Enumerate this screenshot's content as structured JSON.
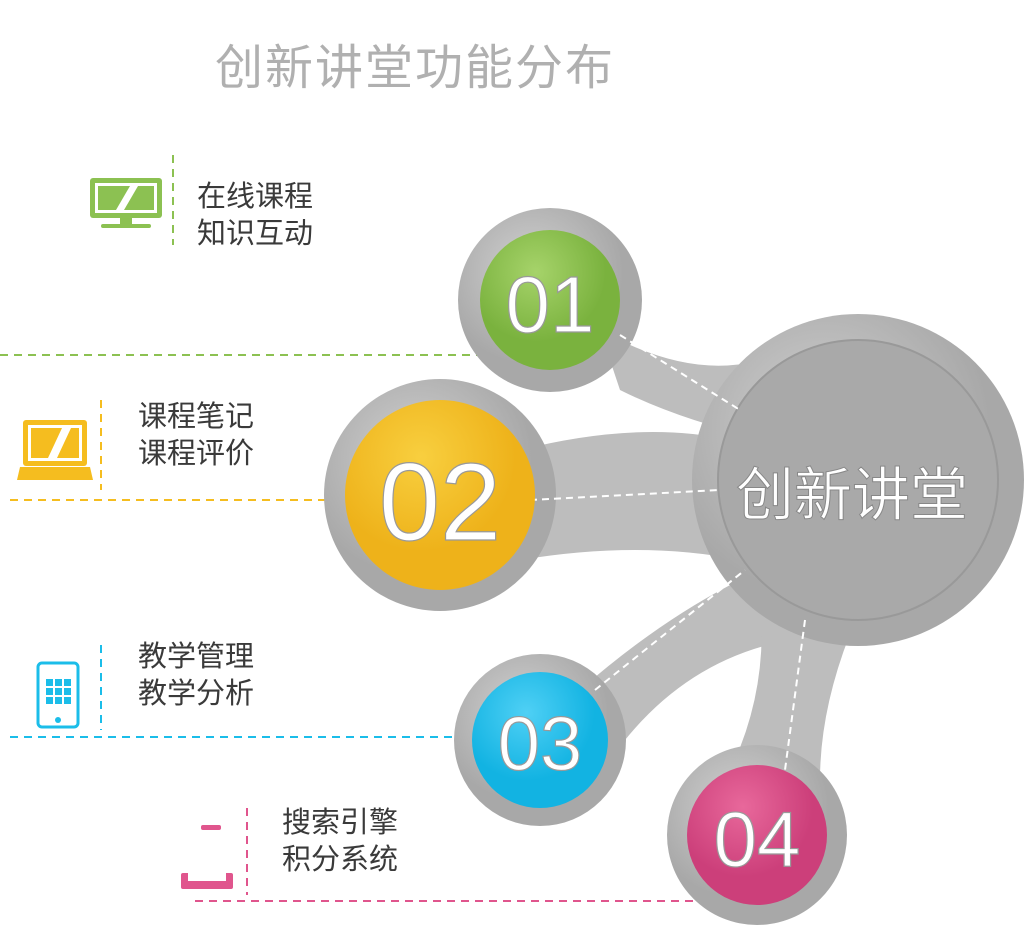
{
  "title": "创新讲堂功能分布",
  "center_label": "创新讲堂",
  "colors": {
    "green": "#8cc152",
    "yellow": "#f5bd1f",
    "blue": "#1bbde9",
    "pink": "#e0558d",
    "gray": "#b8b8b8"
  },
  "features": [
    {
      "number": "01",
      "icon": "monitor-icon",
      "lines": [
        "在线课程",
        "知识互动"
      ]
    },
    {
      "number": "02",
      "icon": "laptop-icon",
      "lines": [
        "课程笔记",
        "课程评价"
      ]
    },
    {
      "number": "03",
      "icon": "tablet-icon",
      "lines": [
        "教学管理",
        "教学分析"
      ]
    },
    {
      "number": "04",
      "icon": "phone-icon",
      "lines": [
        "搜索引擎",
        "积分系统"
      ]
    }
  ]
}
